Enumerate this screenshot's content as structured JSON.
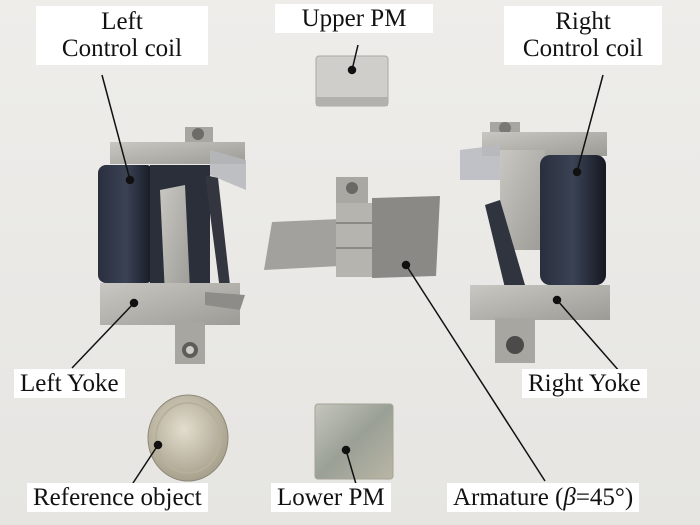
{
  "figure": {
    "description": "Photograph of disassembled actuator components with labels",
    "labels": {
      "left_control_coil": {
        "line1": "Left",
        "line2": "Control coil"
      },
      "upper_pm": "Upper PM",
      "right_control_coil": {
        "line1": "Right",
        "line2": "Control coil"
      },
      "left_yoke": "Left Yoke",
      "right_yoke": "Right Yoke",
      "reference_object": "Reference object",
      "lower_pm": "Lower PM",
      "armature": {
        "prefix": "Armature (",
        "symbol": "β",
        "suffix": "=45°)"
      }
    },
    "colors": {
      "background": "#ecebe8",
      "metal": "#b4b2ad",
      "coil": "#1e2230",
      "label_bg": "#ffffff",
      "text": "#111111"
    }
  }
}
